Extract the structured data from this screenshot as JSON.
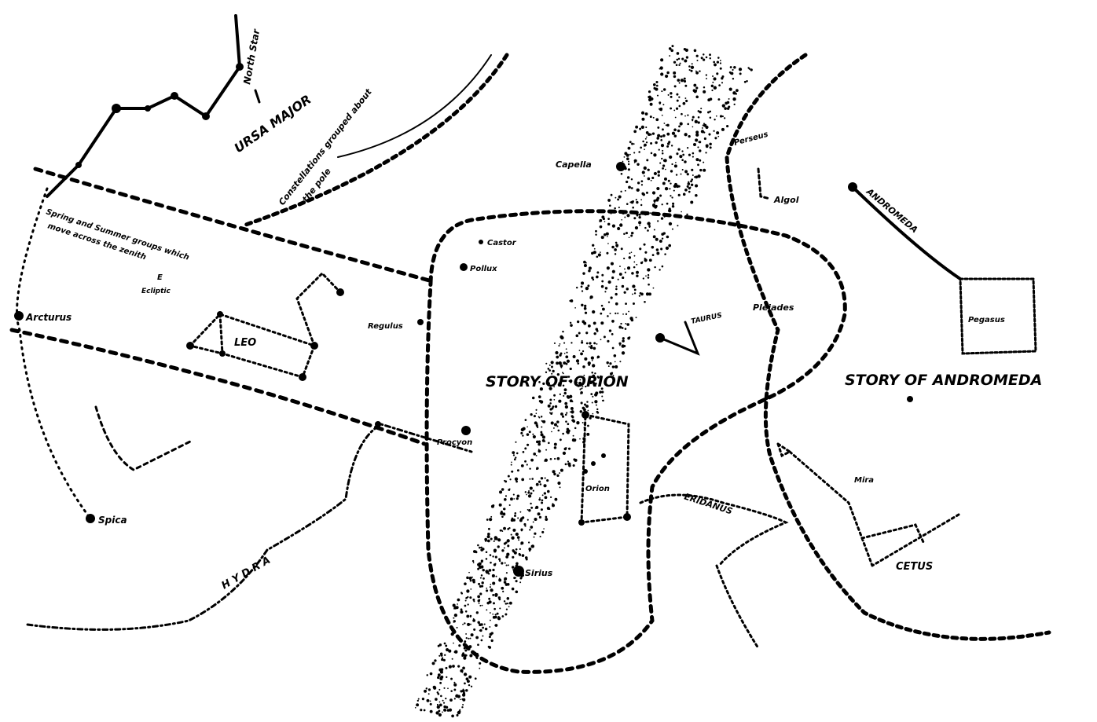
{
  "labels": {
    "north_star": "North Star",
    "ursa_major": "URSA MAJOR",
    "pole_note_1": "Constellations grouped about",
    "pole_note_2": "the pole",
    "spring_note_1": "Spring and Summer groups which",
    "spring_note_2": "move across the zenith",
    "spring_note_3": "E",
    "spring_note_4": "Ecliptic",
    "arcturus": "Arcturus",
    "leo": "LEO",
    "regulus": "Regulus",
    "spica": "Spica",
    "hydra": "H Y D R A",
    "castor": "Castor",
    "pollux": "Pollux",
    "procyon": "Procyon",
    "capella": "Capella",
    "perseus": "Perseus",
    "algol": "Algol",
    "andromeda": "ANDROMEDA",
    "pegasus": "Pegasus",
    "taurus": "TAURUS",
    "pleiades": "Pleiades",
    "story_orion": "STORY OF ORION",
    "story_andromeda": "STORY OF ANDROMEDA",
    "orion": "Orion",
    "eridanus": "ERIDANUS",
    "sirius": "Sirius",
    "mira": "Mira",
    "cetus": "CETUS"
  },
  "ink_color": "#000000"
}
